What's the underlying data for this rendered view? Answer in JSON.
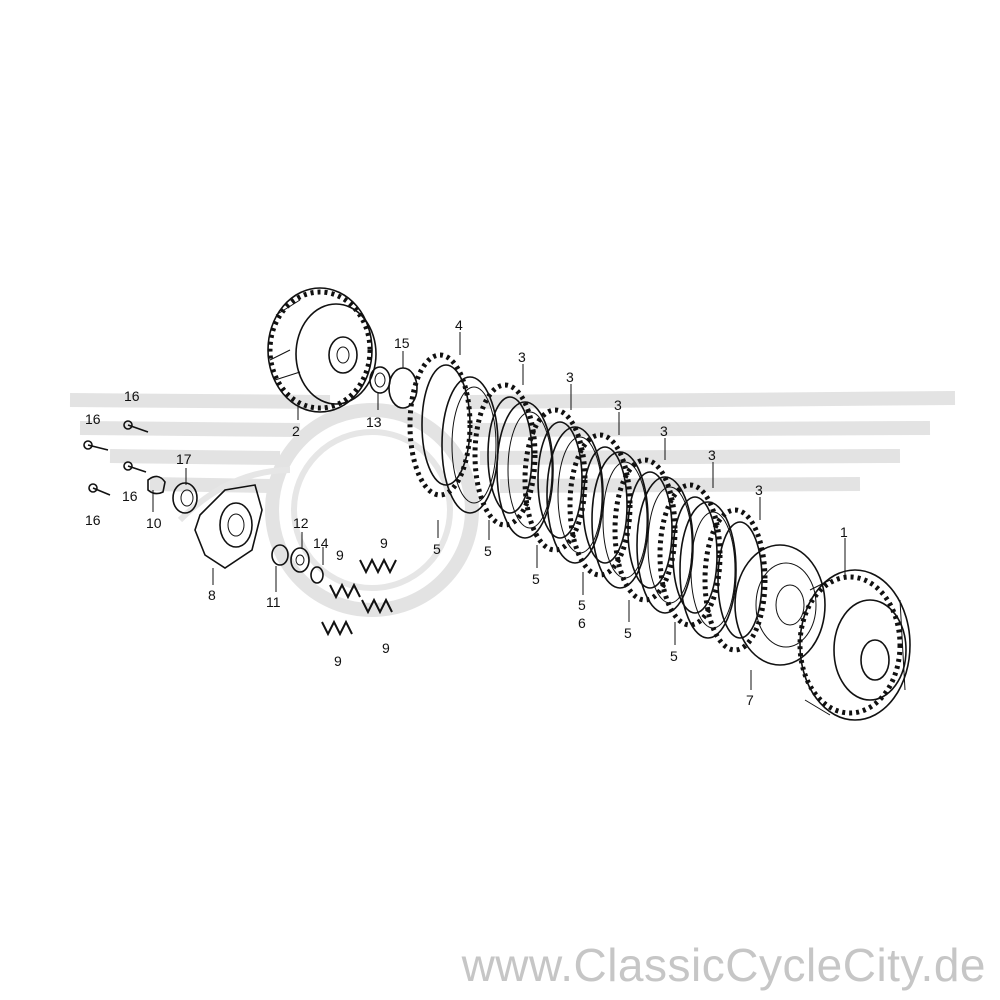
{
  "watermark": {
    "url": "www.ClassicCycleCity.de",
    "color": "#c6c6c6"
  },
  "callouts": [
    {
      "id": "c1",
      "text": "1"
    },
    {
      "id": "c2",
      "text": "2"
    },
    {
      "id": "c3a",
      "text": "3"
    },
    {
      "id": "c3b",
      "text": "3"
    },
    {
      "id": "c3c",
      "text": "3"
    },
    {
      "id": "c3d",
      "text": "3"
    },
    {
      "id": "c3e",
      "text": "3"
    },
    {
      "id": "c3f",
      "text": "3"
    },
    {
      "id": "c4",
      "text": "4"
    },
    {
      "id": "c5a",
      "text": "5"
    },
    {
      "id": "c5b",
      "text": "5"
    },
    {
      "id": "c5c",
      "text": "5"
    },
    {
      "id": "c5d",
      "text": "5"
    },
    {
      "id": "c5e",
      "text": "5"
    },
    {
      "id": "c5f",
      "text": "5"
    },
    {
      "id": "c6",
      "text": "6"
    },
    {
      "id": "c7",
      "text": "7"
    },
    {
      "id": "c8",
      "text": "8"
    },
    {
      "id": "c9a",
      "text": "9"
    },
    {
      "id": "c9b",
      "text": "9"
    },
    {
      "id": "c9c",
      "text": "9"
    },
    {
      "id": "c9d",
      "text": "9"
    },
    {
      "id": "c10",
      "text": "10"
    },
    {
      "id": "c11",
      "text": "11"
    },
    {
      "id": "c12",
      "text": "12"
    },
    {
      "id": "c13",
      "text": "13"
    },
    {
      "id": "c14",
      "text": "14"
    },
    {
      "id": "c15",
      "text": "15"
    },
    {
      "id": "c16a",
      "text": "16"
    },
    {
      "id": "c16b",
      "text": "16"
    },
    {
      "id": "c16c",
      "text": "16"
    },
    {
      "id": "c16d",
      "text": "16"
    },
    {
      "id": "c17",
      "text": "17"
    }
  ]
}
